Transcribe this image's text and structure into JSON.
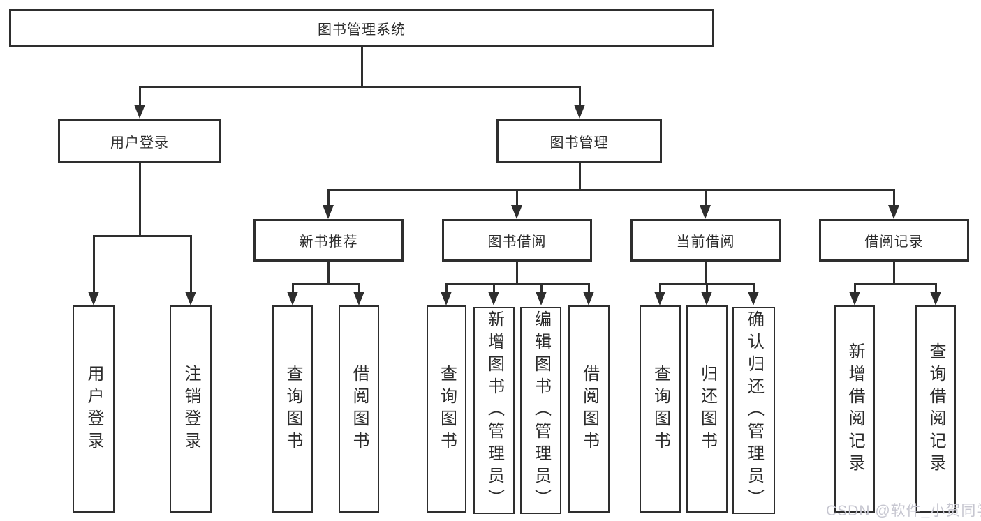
{
  "diagram": {
    "root": {
      "label": "图书管理系统"
    },
    "level2": {
      "user_login": {
        "label": "用户登录"
      },
      "book_mgmt": {
        "label": "图书管理"
      }
    },
    "level3": {
      "new_books": {
        "label": "新书推荐"
      },
      "borrowing": {
        "label": "图书借阅"
      },
      "current": {
        "label": "当前借阅"
      },
      "records": {
        "label": "借阅记录"
      }
    },
    "leaves": {
      "login": {
        "label": "用户登录"
      },
      "logout": {
        "label": "注销登录"
      },
      "nb_query": {
        "label": "查询图书"
      },
      "nb_borrow": {
        "label": "借阅图书"
      },
      "bw_query": {
        "label": "查询图书"
      },
      "bw_add": {
        "label": "新增图书（管理员）"
      },
      "bw_edit": {
        "label": "编辑图书（管理员）"
      },
      "bw_borrow": {
        "label": "借阅图书"
      },
      "cur_query": {
        "label": "查询图书"
      },
      "cur_return": {
        "label": "归还图书"
      },
      "cur_confirm": {
        "label": "确认归还（管理员）"
      },
      "rec_add": {
        "label": "新增借阅记录"
      },
      "rec_query": {
        "label": "查询借阅记录"
      }
    },
    "watermark": "CSDN @软件_小贺同学",
    "colors": {
      "line": "#2e2e2e",
      "text": "#2b2b2b",
      "watermark": "#c6c6d0",
      "background": "#ffffff"
    }
  }
}
